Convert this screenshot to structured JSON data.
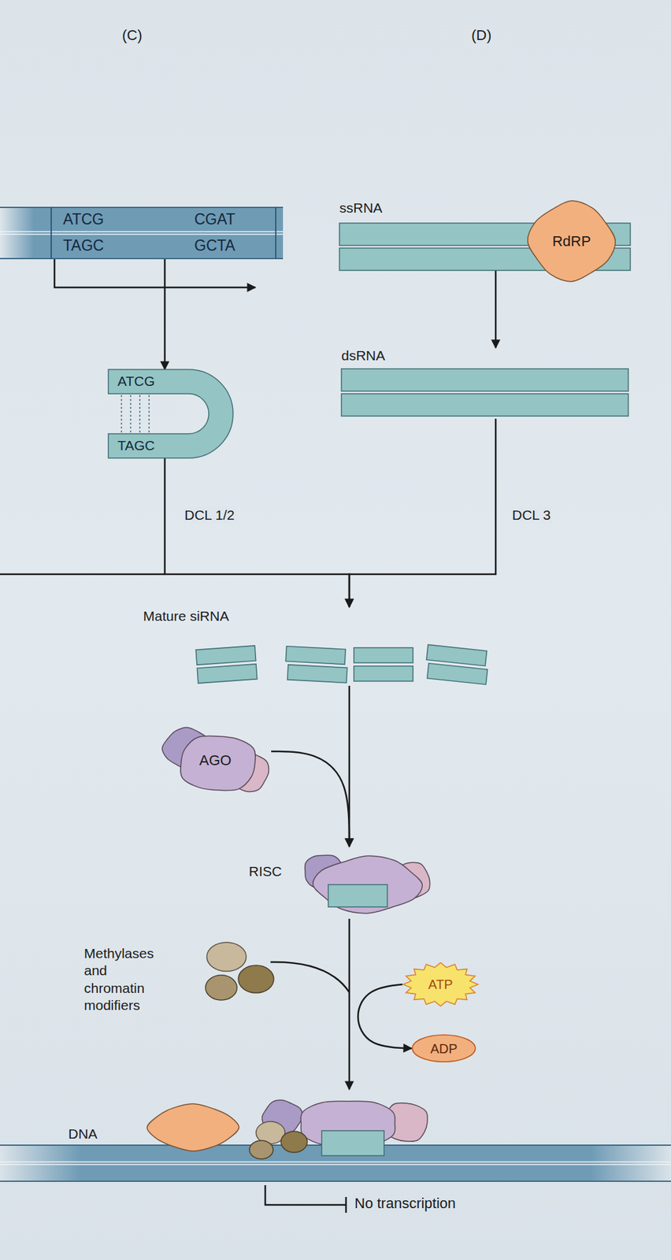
{
  "diagram": {
    "nodes": [
      {
        "text": [
          "ATCG",
          "CGAT",
          "TAGC",
          "GCTA"
        ]
      },
      {
        "text": [
          "ATCG",
          "TAGC"
        ]
      },
      {
        "text": [
          "ssRNA"
        ]
      },
      {
        "text": [
          "RdRP"
        ]
      },
      {
        "text": [
          "dsRNA"
        ]
      },
      {
        "text": [
          "Mature siRNA"
        ]
      },
      {
        "text": [
          "AGO"
        ]
      },
      {
        "text": [
          "RISC"
        ]
      },
      {
        "text": [
          "ATP"
        ]
      },
      {
        "text": [
          "ADP"
        ]
      },
      {
        "text": [
          "DNA"
        ]
      }
    ],
    "edges": [
      {
        "from": 0,
        "to": 1,
        "arrow": "to"
      },
      {
        "from": 2,
        "to": 4,
        "arrow": "to"
      },
      {
        "from": 1,
        "to": 5,
        "label": "DCL 1/2",
        "arrow": "to"
      },
      {
        "from": 4,
        "to": 5,
        "label": "DCL 3",
        "arrow": "to"
      },
      {
        "from": 6,
        "to": 7,
        "arrow": "to"
      },
      {
        "from": 5,
        "to": 7,
        "arrow": "to"
      },
      {
        "from": 8,
        "to": 9,
        "arrow": "to"
      },
      {
        "from": 7,
        "to": 10,
        "arrow": "to"
      }
    ],
    "labels": [
      "(C)",
      "(D)",
      "Methylases and chromatin modifiers",
      "No transcription"
    ]
  }
}
